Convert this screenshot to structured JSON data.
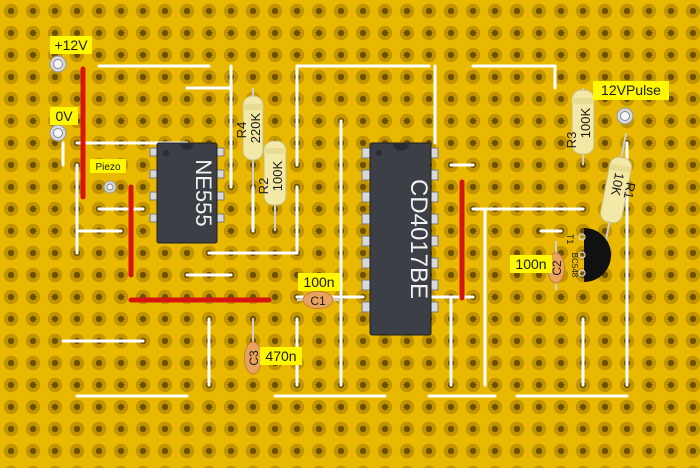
{
  "colors": {
    "board": "#e9b800",
    "hole_ring": "#c29500",
    "hole_center": "#6e5200",
    "wire_link": "#ffffff",
    "wire_red": "#d8140f",
    "chip_body": "#3c3f46",
    "chip_pin": "#d8d8d8",
    "resistor_body": "#f3e8a6",
    "capacitor_body": "#e8a35c",
    "label_bg": "#fff700",
    "transistor_body": "#111111"
  },
  "labels": {
    "supply_12v": "+12V",
    "ground_0v": "0V",
    "piezo": "Piezo",
    "pulse_output": "12VPulse",
    "c1_value": "100n",
    "c2_value": "100n",
    "c3_value": "470n"
  },
  "chips": {
    "u1": {
      "name": "NE555"
    },
    "u2": {
      "name": "CD4017BE"
    }
  },
  "resistors": {
    "r4": {
      "ref": "R4",
      "value": "220K"
    },
    "r2": {
      "ref": "R2",
      "value": "100K"
    },
    "r3": {
      "ref": "R3",
      "value": "100K"
    },
    "r1": {
      "ref": "R1",
      "value": "10K"
    }
  },
  "capacitors": {
    "c1": {
      "ref": "C1"
    },
    "c2": {
      "ref": "C2"
    },
    "c3": {
      "ref": "C3"
    }
  },
  "transistor": {
    "ref": "T1",
    "part": "BC548"
  }
}
